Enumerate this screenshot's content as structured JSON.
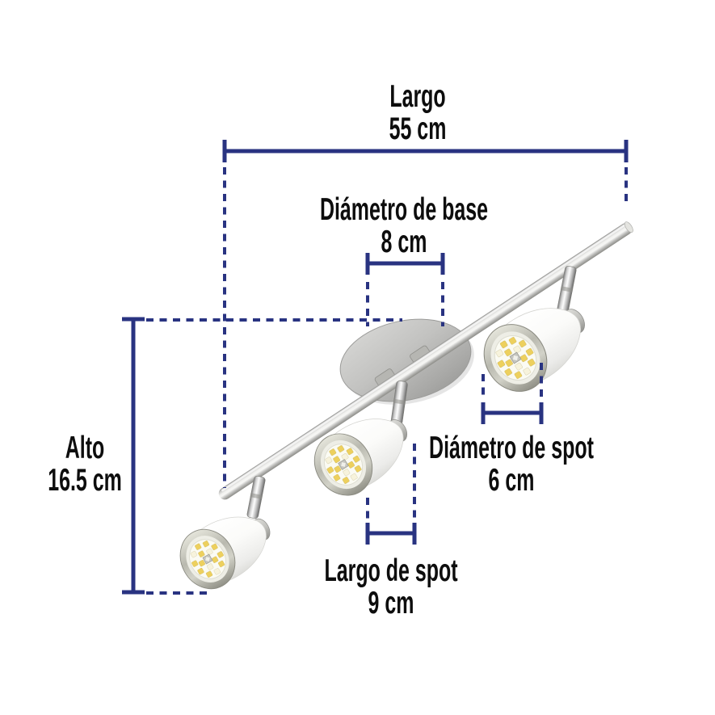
{
  "diagram_type": "product-dimension-diagram",
  "labels": {
    "largo": {
      "label": "Largo",
      "value": "55 cm"
    },
    "diametro_base": {
      "label": "Diámetro de base",
      "value": "8 cm"
    },
    "alto": {
      "label": "Alto",
      "value": "16.5 cm"
    },
    "diametro_spot": {
      "label": "Diámetro de spot",
      "value": "6 cm"
    },
    "largo_spot": {
      "label": "Largo de spot",
      "value": "9 cm"
    }
  },
  "fixture": {
    "icon": "track-spotlight-bar",
    "spot_count": 3
  },
  "colors": {
    "dimension_line": "#293381",
    "label_text": "#0d0d0d",
    "background": "#ffffff",
    "metal": "#c6c6c4",
    "led_yellow": "#edd05e"
  }
}
